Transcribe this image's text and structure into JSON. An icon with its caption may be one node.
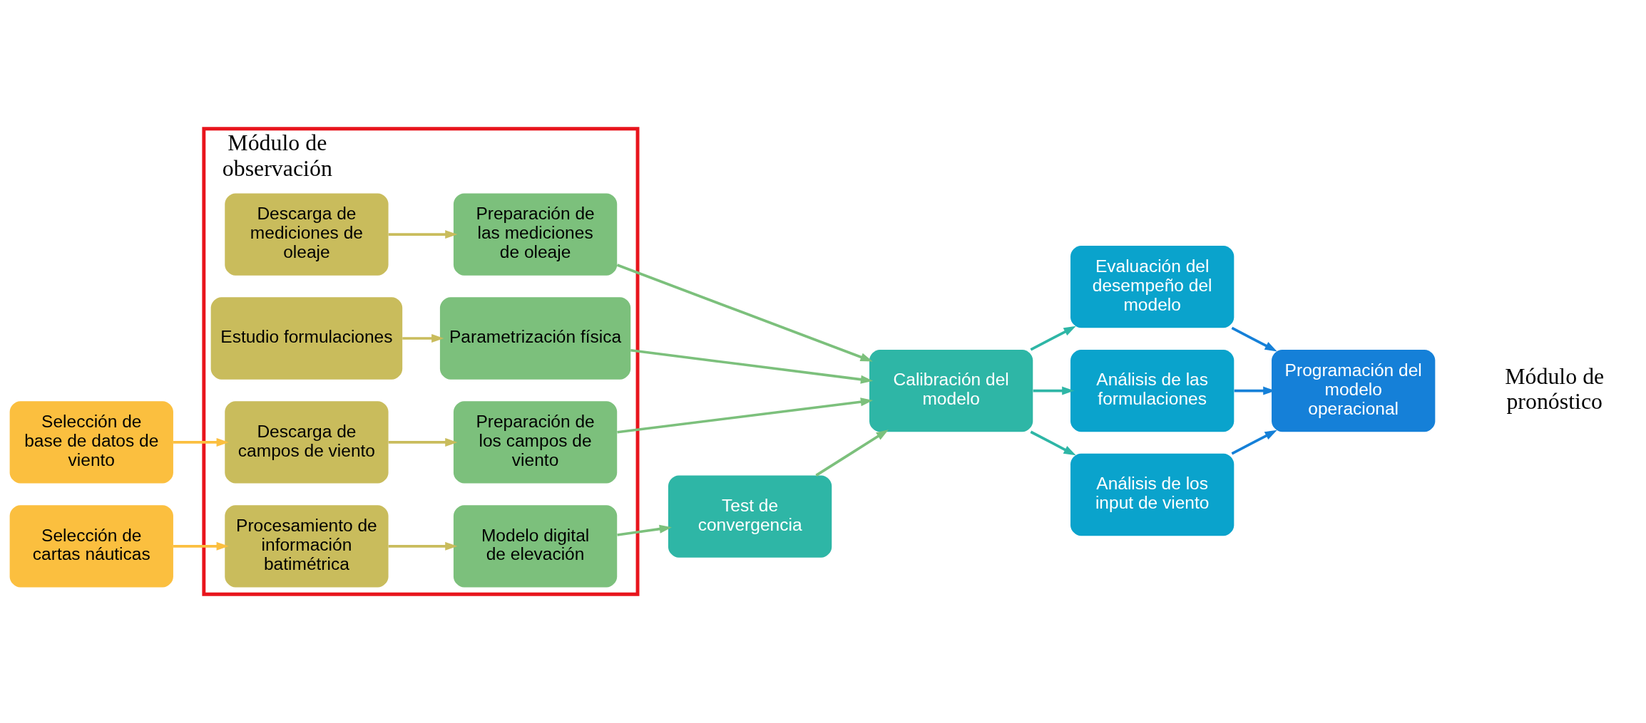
{
  "diagram": {
    "nodes": [
      {
        "text": [
          "Módulo de observación"
        ]
      },
      {
        "text": [
          "Descarga de mediciones de oleaje"
        ],
        "in": 0
      },
      {
        "text": [
          "Preparación de las mediciones de oleaje"
        ],
        "in": 0
      },
      {
        "text": [
          "Estudio formulaciones"
        ],
        "in": 0
      },
      {
        "text": [
          "Parametrización física"
        ],
        "in": 0
      },
      {
        "text": [
          "Descarga de campos de viento"
        ],
        "in": 0
      },
      {
        "text": [
          "Preparación de los campos de viento"
        ],
        "in": 0
      },
      {
        "text": [
          "Procesamiento de información batimétrica"
        ],
        "in": 0
      },
      {
        "text": [
          "Modelo digital de elevación"
        ],
        "in": 0
      },
      {
        "text": [
          "Selección de base de datos de viento"
        ]
      },
      {
        "text": [
          "Selección de cartas náuticas"
        ]
      },
      {
        "text": [
          "Calibración del modelo"
        ]
      },
      {
        "text": [
          "Test de convergencia"
        ]
      },
      {
        "text": [
          "Evaluación del desempeño del modelo"
        ]
      },
      {
        "text": [
          "Análisis de las formulaciones"
        ]
      },
      {
        "text": [
          "Análisis de los input de viento"
        ]
      },
      {
        "text": [
          "Programación del modelo operacional"
        ]
      }
    ],
    "edges": [
      {
        "from": 1,
        "to": 2,
        "arrow": "to",
        "color": "#c9bc5c"
      },
      {
        "from": 3,
        "to": 4,
        "arrow": "to",
        "color": "#c9bc5c"
      },
      {
        "from": 9,
        "to": 5,
        "arrow": "to",
        "color": "#fbbf3f"
      },
      {
        "from": 5,
        "to": 6,
        "arrow": "to",
        "color": "#c9bc5c"
      },
      {
        "from": 10,
        "to": 7,
        "arrow": "to",
        "color": "#fbbf3f"
      },
      {
        "from": 7,
        "to": 8,
        "arrow": "to",
        "color": "#c9bc5c"
      },
      {
        "from": 2,
        "to": 11,
        "arrow": "to",
        "color": "#7cc07c"
      },
      {
        "from": 4,
        "to": 11,
        "arrow": "to",
        "color": "#7cc07c"
      },
      {
        "from": 6,
        "to": 11,
        "arrow": "to",
        "color": "#7cc07c"
      },
      {
        "from": 8,
        "to": 12,
        "arrow": "to",
        "color": "#7cc07c"
      },
      {
        "from": 12,
        "to": 11,
        "arrow": "to",
        "color": "#7cc07c"
      },
      {
        "from": 11,
        "to": 13,
        "arrow": "to",
        "color": "#2eb6a6"
      },
      {
        "from": 11,
        "to": 14,
        "arrow": "to",
        "color": "#2eb6a6"
      },
      {
        "from": 11,
        "to": 15,
        "arrow": "to",
        "color": "#2eb6a6"
      },
      {
        "from": 13,
        "to": 16,
        "arrow": "to",
        "color": "#1580d8"
      },
      {
        "from": 14,
        "to": 16,
        "arrow": "to",
        "color": "#1580d8"
      },
      {
        "from": 15,
        "to": 16,
        "arrow": "to",
        "color": "#1580d8"
      }
    ],
    "labels": [
      "Módulo de pronóstico"
    ]
  }
}
